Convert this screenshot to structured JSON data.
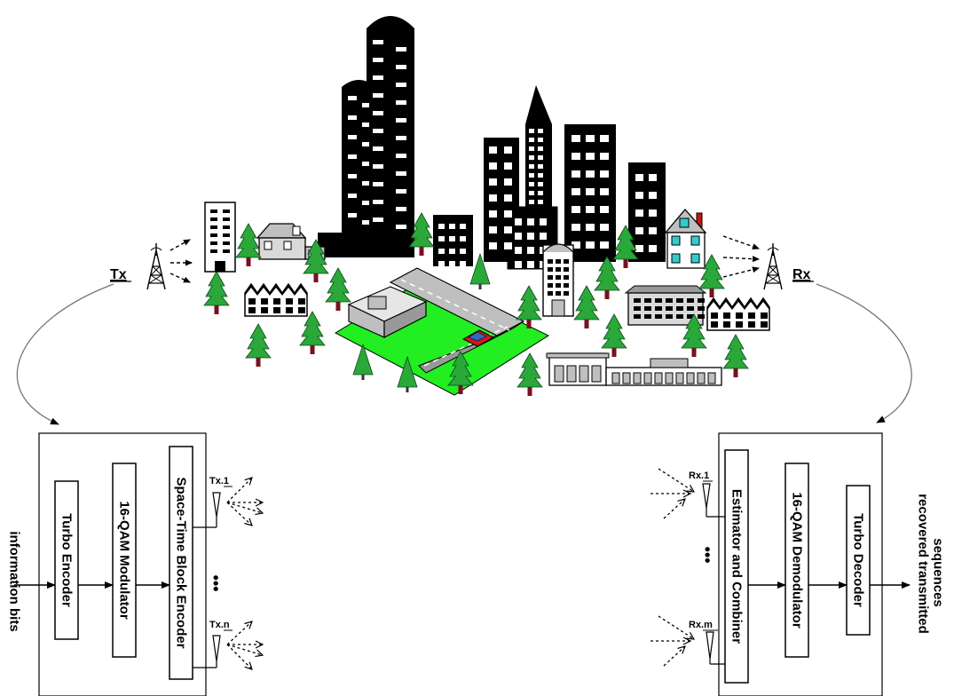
{
  "labels": {
    "tx": "Tx",
    "rx": "Rx",
    "input": "information bits",
    "output_line1": "recovered transmitted",
    "output_line2": "sequences"
  },
  "transmitter": {
    "blocks": [
      "Turbo Encoder",
      "16-QAM Modulator",
      "Space-Time Block Encoder"
    ],
    "antennas": [
      "Tx.1",
      "Tx.n"
    ],
    "ellipsis": "•••"
  },
  "receiver": {
    "blocks": [
      "Estimator and Combiner",
      "16-QAM Demodulator",
      "Turbo Decoder"
    ],
    "antennas": [
      "Rx.1",
      "Rx.m"
    ],
    "ellipsis": "•••"
  },
  "colors": {
    "ink": "#000000",
    "grass": "#22ee22",
    "tree": "#2aa83a",
    "trunk": "#7a1020",
    "house": "#bfbfbf",
    "window": "#33cccc",
    "car": "#d01818",
    "chimney": "#cc1111"
  }
}
